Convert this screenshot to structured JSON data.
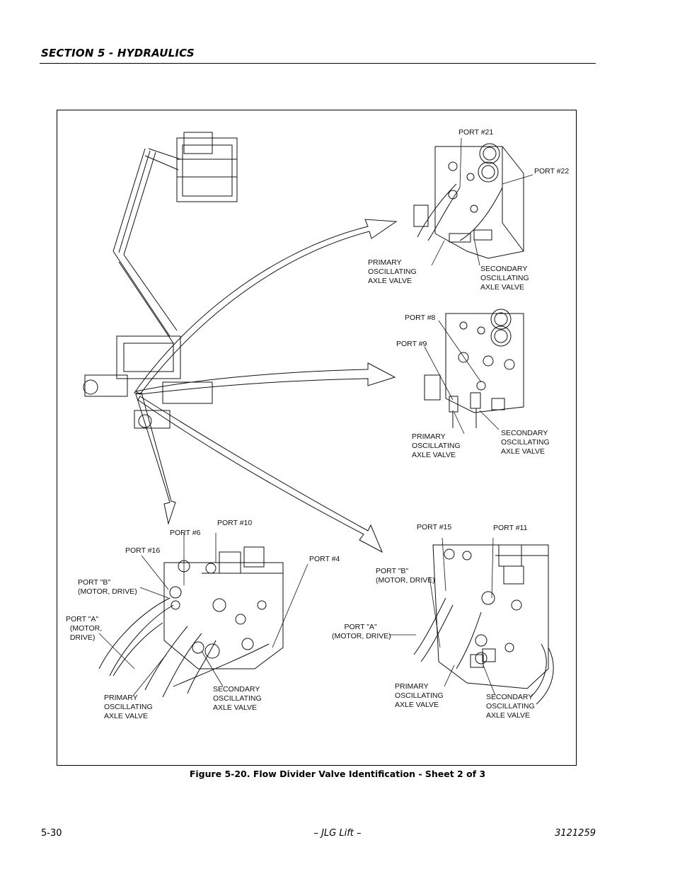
{
  "header": {
    "section_title": "SECTION 5 - HYDRAULICS"
  },
  "figure": {
    "caption": "Figure 5-20.  Flow Divider Valve Identification - Sheet 2 of 3",
    "view_top_right": {
      "port_21": "PORT #21",
      "port_22": "PORT #22",
      "primary": "PRIMARY\nOSCILLATING\nAXLE VALVE",
      "secondary": "SECONDARY\nOSCILLATING\nAXLE VALVE"
    },
    "view_middle_right": {
      "port_8": "PORT #8",
      "port_9": "PORT #9",
      "primary": "PRIMARY\nOSCILLATING\nAXLE VALVE",
      "secondary": "SECONDARY\nOSCILLATING\nAXLE VALVE"
    },
    "view_bottom_left": {
      "port_10": "PORT #10",
      "port_6": "PORT #6",
      "port_16": "PORT #16",
      "port_4": "PORT #4",
      "port_b": "PORT \"B\"\n(MOTOR, DRIVE)",
      "port_a": "PORT \"A\"\n  (MOTOR,\n  DRIVE)",
      "primary": "PRIMARY\nOSCILLATING\nAXLE VALVE",
      "secondary": "SECONDARY\nOSCILLATING\nAXLE VALVE"
    },
    "view_bottom_right": {
      "port_15": "PORT #15",
      "port_11": "PORT #11",
      "port_b": "PORT \"B\"\n(MOTOR, DRIVE)",
      "port_a": "      PORT \"A\"\n(MOTOR, DRIVE)",
      "primary": "PRIMARY\nOSCILLATING\nAXLE VALVE",
      "secondary": "SECONDARY\nOSCILLATING\nAXLE VALVE"
    }
  },
  "footer": {
    "page_number": "5-30",
    "center_text": "– JLG Lift –",
    "doc_number": "3121259"
  }
}
